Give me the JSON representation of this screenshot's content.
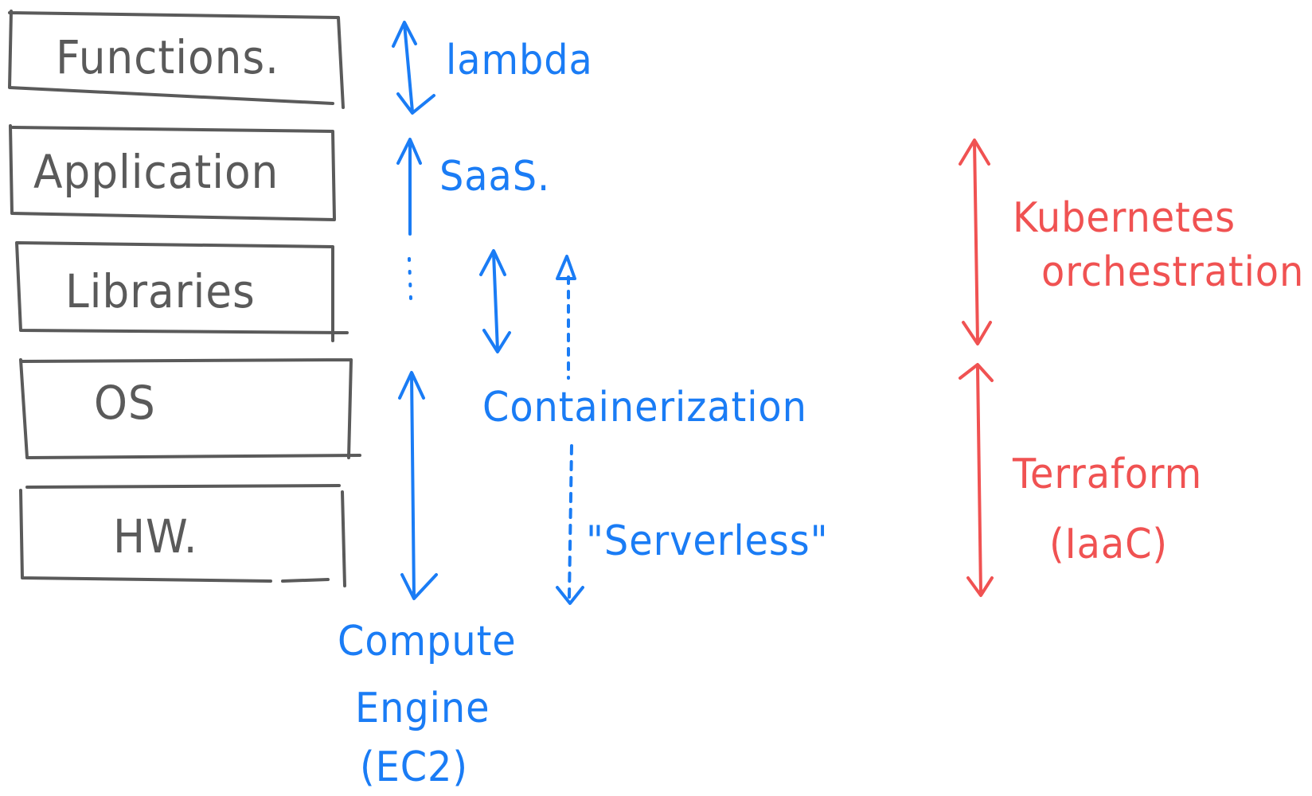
{
  "colors": {
    "stack": "#5a5a5a",
    "blue": "#1a7cf5",
    "red": "#f05252"
  },
  "stack_layers": [
    "Functions.",
    "Application",
    "Libraries",
    "OS",
    "HW."
  ],
  "blue_labels": {
    "lambda": "lambda",
    "saas": "SaaS.",
    "containerization": "Containerization",
    "serverless": "\"Serverless\"",
    "compute_line1": "Compute",
    "compute_line2": "Engine",
    "compute_line3": "(EC2)"
  },
  "red_labels": {
    "kubernetes_line1": "Kubernetes",
    "kubernetes_line2": "orchestration",
    "terraform_line1": "Terraform",
    "terraform_line2": "(IaaC)"
  }
}
